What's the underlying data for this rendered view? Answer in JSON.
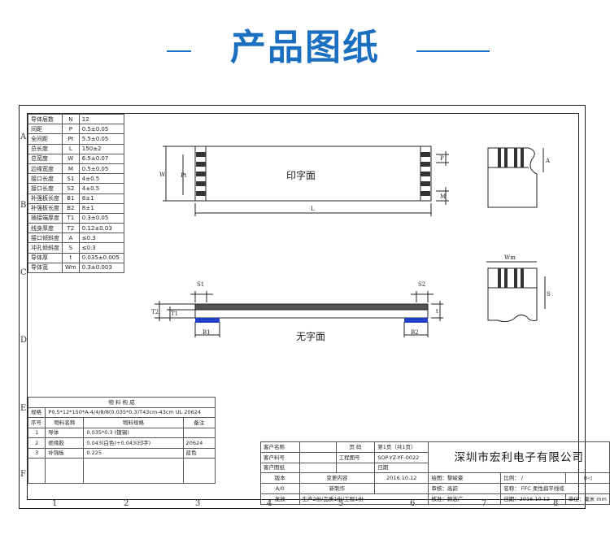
{
  "page_title": "产品图纸",
  "colors": {
    "accent": "#1a6fc0",
    "pad": "#1f3fc7",
    "line": "#222222"
  },
  "grid": {
    "rows": [
      "A",
      "B",
      "C",
      "D",
      "E",
      "F"
    ],
    "cols": [
      "1",
      "2",
      "3",
      "4",
      "5",
      "6",
      "7",
      "8"
    ]
  },
  "spec_table": {
    "rows": [
      {
        "name": "导体层数",
        "sym": "N",
        "val": "12"
      },
      {
        "name": "间距",
        "sym": "P",
        "val": "0.5±0.05"
      },
      {
        "name": "全间距",
        "sym": "Pt",
        "val": "5.5±0.05"
      },
      {
        "name": "总长度",
        "sym": "L",
        "val": "150±2"
      },
      {
        "name": "总宽度",
        "sym": "W",
        "val": "6.5±0.07"
      },
      {
        "name": "边缘宽度",
        "sym": "M",
        "val": "0.5±0.05"
      },
      {
        "name": "接口长度",
        "sym": "S1",
        "val": "4±0.5"
      },
      {
        "name": "接口长度",
        "sym": "S2",
        "val": "4±0.5"
      },
      {
        "name": "补强板长度",
        "sym": "B1",
        "val": "8±1"
      },
      {
        "name": "补强板长度",
        "sym": "B2",
        "val": "8±1"
      },
      {
        "name": "插接端厚度",
        "sym": "T1",
        "val": "0.3±0.05"
      },
      {
        "name": "线身厚度",
        "sym": "T2",
        "val": "0.12±0.03"
      },
      {
        "name": "接口倾斜度",
        "sym": "A",
        "val": "≤0.3"
      },
      {
        "name": "冲孔倾斜度",
        "sym": "S",
        "val": "≤0.3"
      },
      {
        "name": "导体厚",
        "sym": "t",
        "val": "0.035±0.005"
      },
      {
        "name": "导体宽",
        "sym": "Wm",
        "val": "0.3±0.003"
      }
    ]
  },
  "material": {
    "title": "物 料 构 成",
    "spec_label": "规格",
    "spec_value": "P0.5*12*150*A-4/4/8/8(0.035*0.3)T43cm-43cm UL 20624",
    "headers": [
      "序号",
      "物料名称",
      "物料规格",
      "备注"
    ],
    "rows": [
      {
        "no": "1",
        "name": "导体",
        "spec": "0.035*0.3   (镀锡)",
        "note": ""
      },
      {
        "no": "2",
        "name": "绝缘胶",
        "spec": "0.043(白色)+0.043(印字)",
        "note": "20624"
      },
      {
        "no": "3",
        "name": "补强板",
        "spec": "0.225",
        "note": "蓝色"
      }
    ]
  },
  "drawing": {
    "print_side": "印字面",
    "no_print_side": "无字面",
    "dims": {
      "W": "W",
      "Pt": "Pt",
      "P": "P",
      "M": "M",
      "L": "L",
      "S1": "S1",
      "S2": "S2",
      "T1": "T1",
      "T2": "T2",
      "B1": "B1",
      "B2": "B2",
      "A": "A",
      "Wm": "Wm",
      "S": "S",
      "t": "t"
    }
  },
  "title_block": {
    "customer_name_label": "客户名称",
    "customer_part_label": "客户料号",
    "customer_drawing_label": "客户图纸",
    "page_label": "页 码",
    "page_value": "第1页（共1页）",
    "process_label": "工程图号",
    "process_value": "SOP-YZ-YF-0022",
    "date_label": "日期",
    "company": "深圳市宏利电子有限公司",
    "version_label": "版本",
    "change_label": "变更内容",
    "change_date": "2016.10.12",
    "ver_row_a": "A/0",
    "new_make": "新制作",
    "drawer": "绘图：黎峻豪",
    "reviewer": "审核：高韵",
    "approver": "核准：赖志广",
    "scale": "比例：   /",
    "name": "名称：  FFC  柔性扁平线缆",
    "date2": "日期：2016.10.12",
    "unit": "单位：毫米 mm",
    "issue_label": "发放",
    "issue_value": "生产2份/品质1份/工程1份"
  }
}
